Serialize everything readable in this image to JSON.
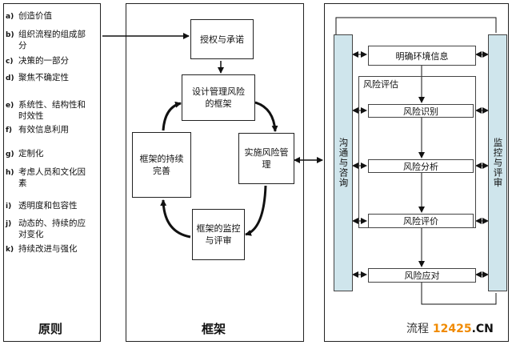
{
  "principles": {
    "title": "原则",
    "items": [
      {
        "key": "a)",
        "text": "创造价值"
      },
      {
        "key": "b)",
        "text": "组织流程的组成部分"
      },
      {
        "key": "c)",
        "text": "决策的一部分"
      },
      {
        "key": "d)",
        "text": "聚焦不确定性"
      },
      {
        "key": "e)",
        "text": "系统性、结构性和时效性"
      },
      {
        "key": "f)",
        "text": "有效信息利用"
      },
      {
        "key": "g)",
        "text": "定制化"
      },
      {
        "key": "h)",
        "text": "考虑人员和文化因素"
      },
      {
        "key": "i)",
        "text": "透明度和包容性"
      },
      {
        "key": "j)",
        "text": "动态的、持续的应对变化"
      },
      {
        "key": "k)",
        "text": "持续改进与强化"
      }
    ]
  },
  "framework": {
    "title": "框架",
    "authorization": "授权与承诺",
    "design": "设计管理风险的框架",
    "implement": "实施风险管理",
    "monitor": "框架的监控与评审",
    "improve": "框架的持续完善"
  },
  "process": {
    "communication": "沟通与咨询",
    "monitoring": "监控与评审",
    "context": "明确环境信息",
    "assessment_label": "风险评估",
    "identification": "风险识别",
    "analysis": "风险分析",
    "evaluation": "风险评价",
    "treatment": "风险应对"
  },
  "footer": {
    "prefix": "流程",
    "number": "12425",
    "suffix": ".CN"
  }
}
